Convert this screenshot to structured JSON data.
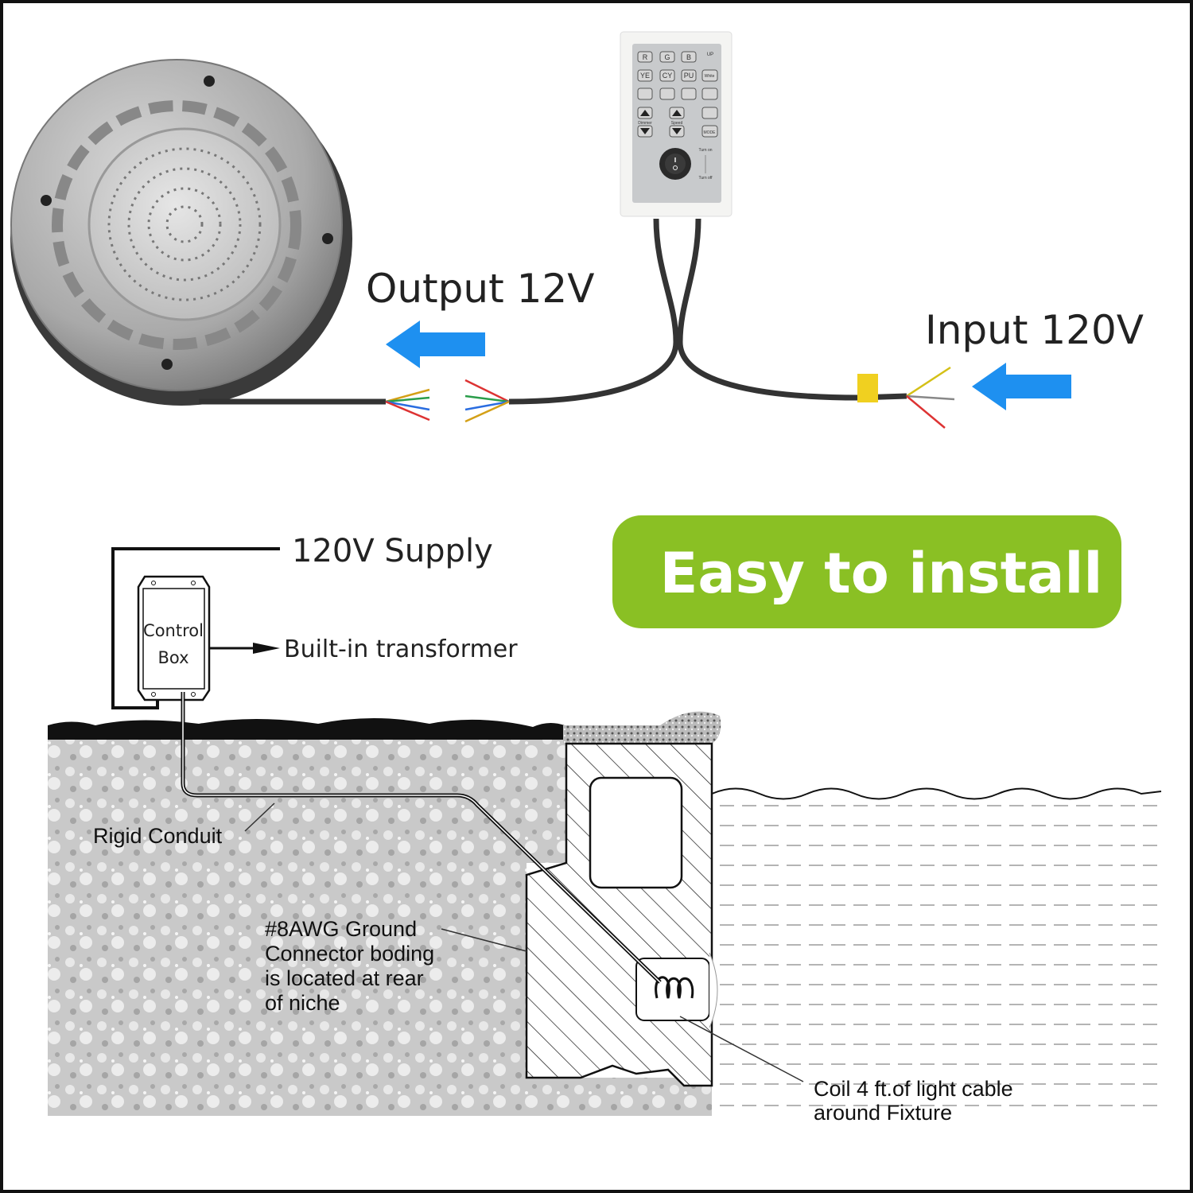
{
  "top": {
    "output_label": "Output 12V",
    "input_label": "Input 120V",
    "remote": {
      "keys": [
        "R",
        "G",
        "B",
        "YE",
        "CY",
        "PU",
        "White",
        "MODE"
      ],
      "up_label": "UP",
      "dimmer_label": "Dimmer",
      "speed_label": "Speed",
      "turn_on": "Turn on",
      "turn_off": "Turn off"
    }
  },
  "badge": {
    "text": "Easy to install",
    "color": "#8ac024"
  },
  "diagram": {
    "supply": "120V Supply",
    "control_box_line1": "Control",
    "control_box_line2": "Box",
    "transformer": "Built-in transformer",
    "conduit": "Rigid Conduit",
    "ground": [
      "#8AWG Ground",
      "Connector boding",
      "is located at rear",
      "of niche"
    ],
    "coil": [
      "Coil 4 ft.of light cable",
      "around Fixture"
    ]
  },
  "colors": {
    "arrow": "#1e90f0",
    "frame": "#111111"
  }
}
